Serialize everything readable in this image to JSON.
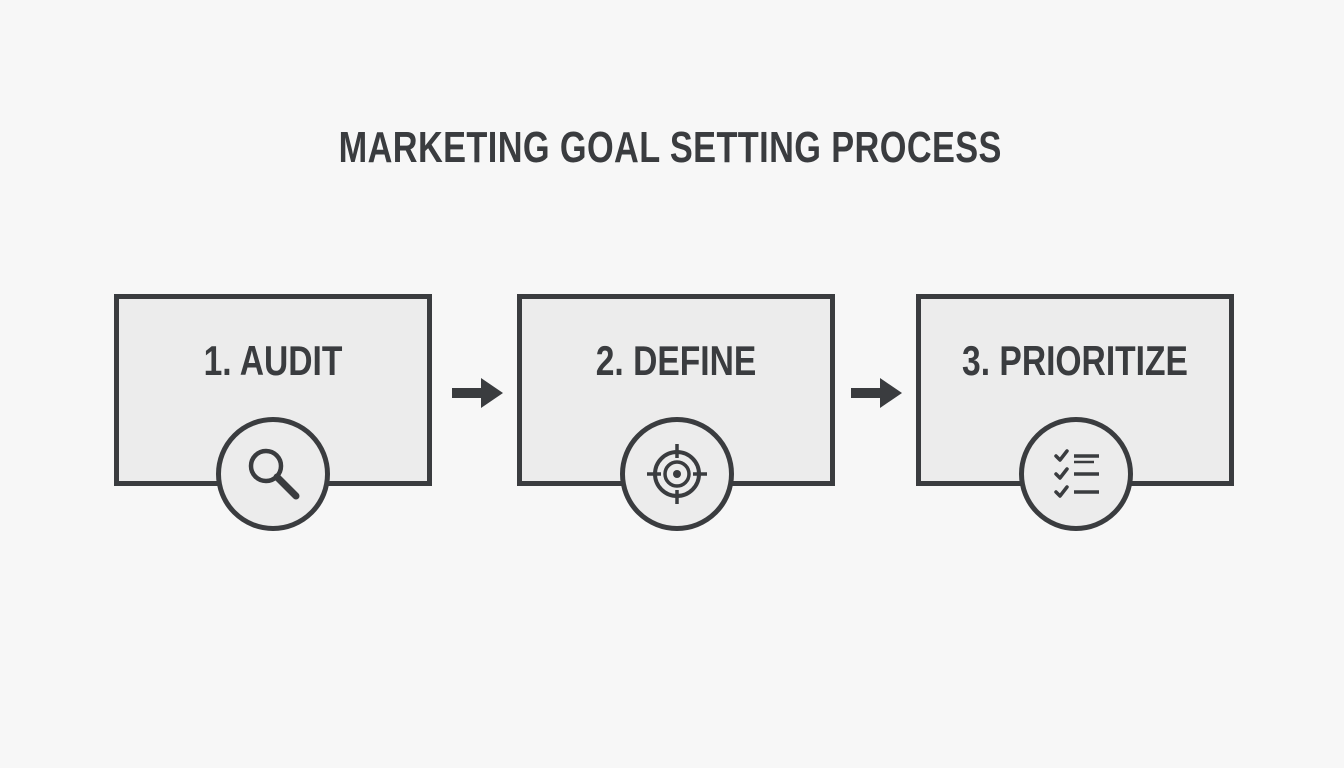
{
  "title": "MARKETING GOAL SETTING PROCESS",
  "colors": {
    "ink": "#3a3c3f",
    "box_fill": "#ececec",
    "background": "#f7f7f7"
  },
  "steps": [
    {
      "label": "1. AUDIT",
      "icon": "magnifying-glass-icon"
    },
    {
      "label": "2. DEFINE",
      "icon": "target-icon"
    },
    {
      "label": "3. PRIORITIZE",
      "icon": "checklist-icon"
    }
  ]
}
